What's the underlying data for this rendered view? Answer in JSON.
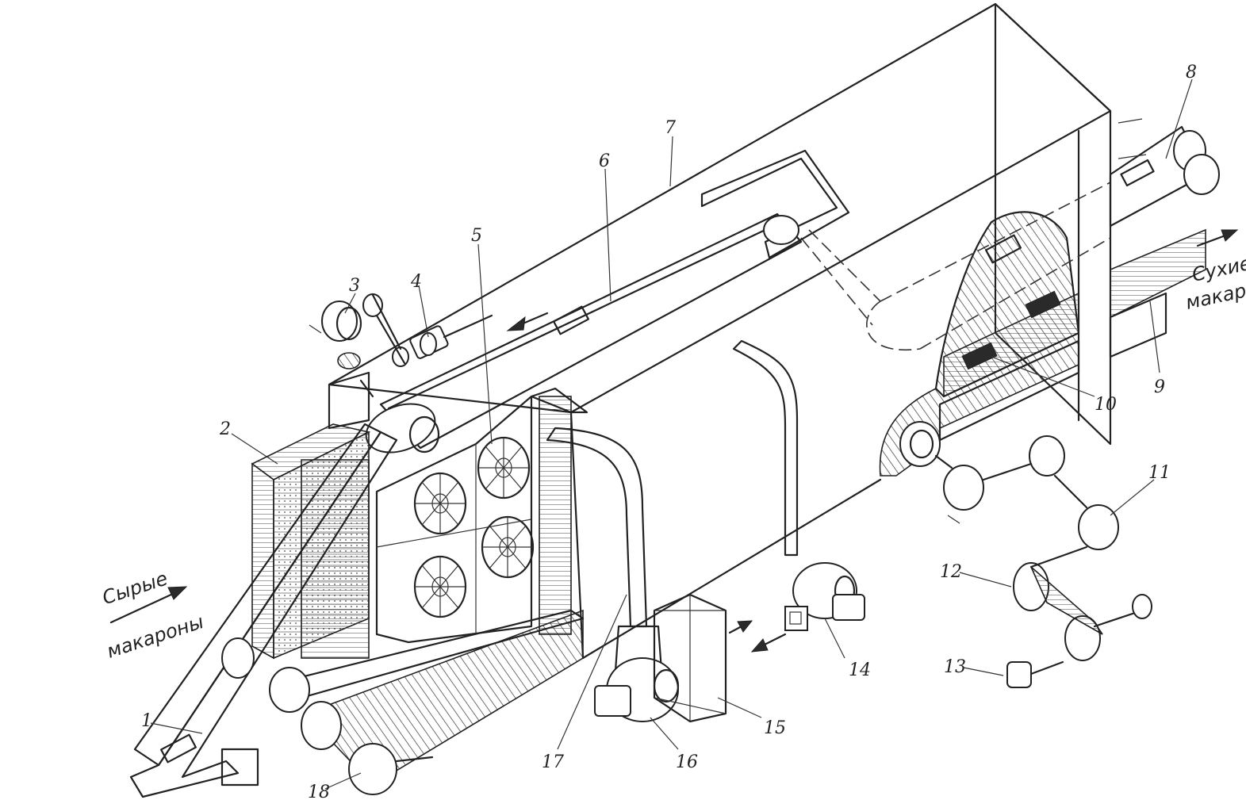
{
  "labels": {
    "n1": "1",
    "n2": "2",
    "n3": "3",
    "n4": "4",
    "n5": "5",
    "n6": "6",
    "n7": "7",
    "n8": "8",
    "n9": "9",
    "n10": "10",
    "n11": "11",
    "n12": "12",
    "n13": "13",
    "n14": "14",
    "n15": "15",
    "n16": "16",
    "n17": "17",
    "n18": "18"
  },
  "captions": {
    "raw_line1": "Сырые",
    "raw_line2": "макароны",
    "dry_line1": "Сухие",
    "dry_line2": "макароны"
  }
}
